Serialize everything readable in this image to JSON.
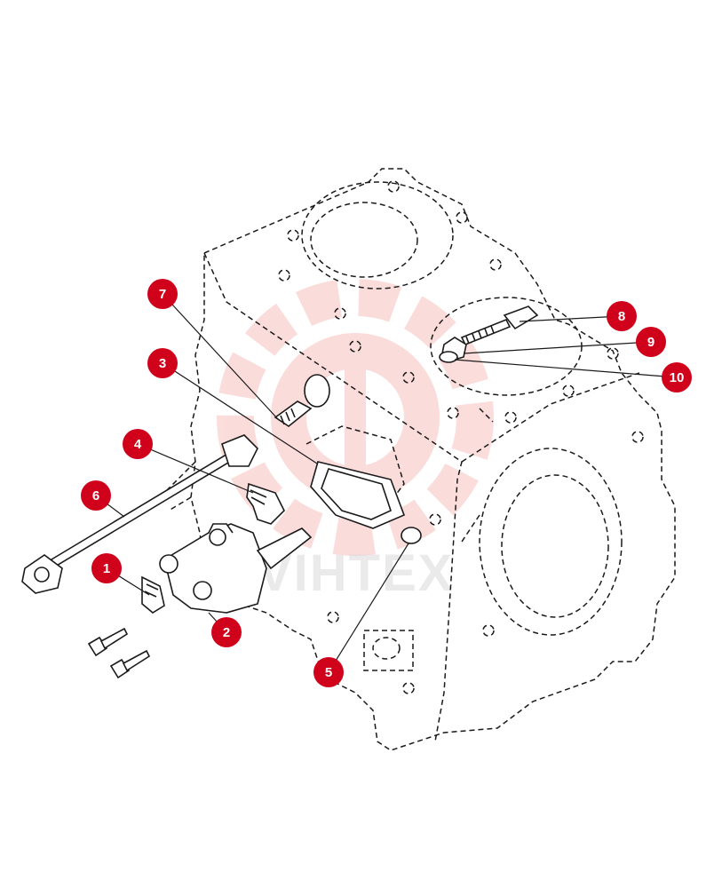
{
  "diagram": {
    "colors": {
      "line": "#1a1a1a",
      "callout": "#d0021b",
      "callout_text": "#ffffff",
      "watermark": "#e8423a"
    },
    "watermark": {
      "text": "VIHTEX"
    },
    "callouts": [
      {
        "id": "c1",
        "label": "1"
      },
      {
        "id": "c2",
        "label": "2"
      },
      {
        "id": "c3",
        "label": "3"
      },
      {
        "id": "c4",
        "label": "4"
      },
      {
        "id": "c5",
        "label": "5"
      },
      {
        "id": "c6",
        "label": "6"
      },
      {
        "id": "c7",
        "label": "7"
      },
      {
        "id": "c8",
        "label": "8"
      },
      {
        "id": "c9",
        "label": "9"
      },
      {
        "id": "c10",
        "label": "10"
      }
    ]
  }
}
